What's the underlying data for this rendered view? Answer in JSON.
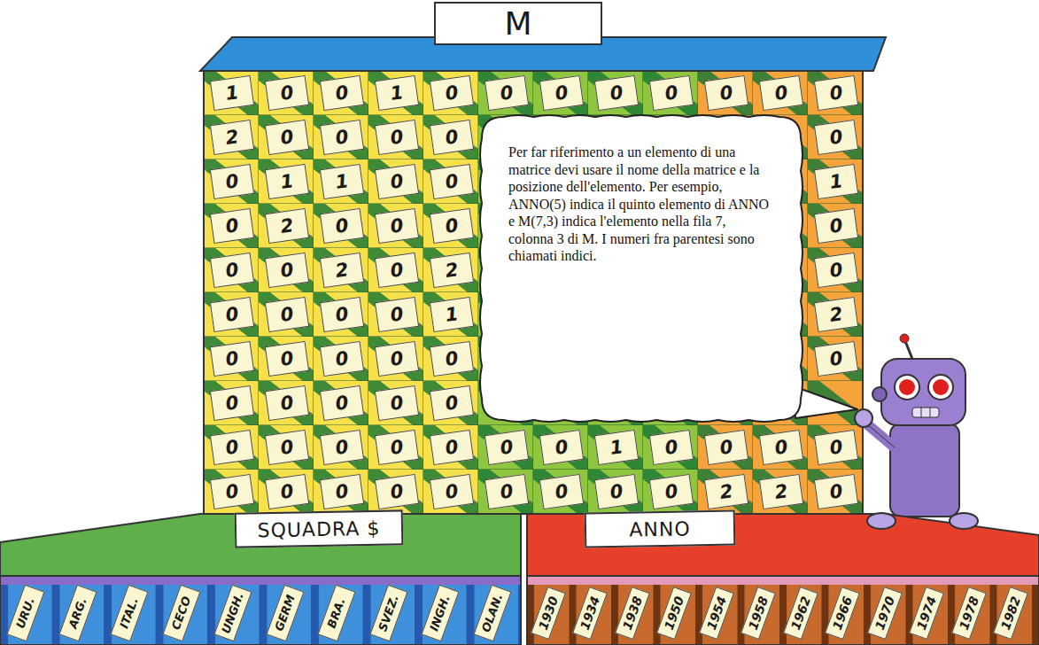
{
  "diagram": {
    "nodes": [
      {
        "text": [
          "M"
        ]
      },
      {
        "text": [
          "Per far riferimento a un elemento di una matrice devi usare il nome della matrice e la posizione dell'elemento. Per esempio, ANNO(5) indica il quinto elemento di ANNO e M(7,3) indica l'elemento nella fila 7, colonna 3 di M. I numeri fra parentesi sono chiamati indici."
        ]
      },
      {
        "text": [
          "SQUADRA $"
        ]
      },
      {
        "text": [
          "ANNO"
        ]
      }
    ],
    "labels": [
      "1",
      "0",
      "0",
      "1",
      "0",
      "0",
      "0",
      "0",
      "0",
      "0",
      "0",
      "0",
      "2",
      "0",
      "0",
      "0",
      "0",
      "0",
      "0",
      "1",
      "1",
      "0",
      "0",
      "1",
      "0",
      "2",
      "0",
      "0",
      "0",
      "0",
      "0",
      "0",
      "2",
      "0",
      "2",
      "0",
      "0",
      "0",
      "0",
      "0",
      "1",
      "2",
      "0",
      "0",
      "0",
      "0",
      "0",
      "0",
      "0",
      "0",
      "0",
      "0",
      "0",
      "0",
      "0",
      "0",
      "0",
      "0",
      "0",
      "0",
      "1",
      "0",
      "0",
      "0",
      "0",
      "0",
      "0",
      "0",
      "0",
      "0",
      "0",
      "0",
      "0",
      "0",
      "2",
      "2",
      "0",
      "URU.",
      "ARG.",
      "ITAL.",
      "CECO",
      "UNGH.",
      "GERM",
      "BRA.",
      "SVEZ.",
      "INGH.",
      "OLAN.",
      "1930",
      "1934",
      "1938",
      "1950",
      "1954",
      "1958",
      "1962",
      "1966",
      "1970",
      "1974",
      "1978",
      "1982"
    ]
  }
}
